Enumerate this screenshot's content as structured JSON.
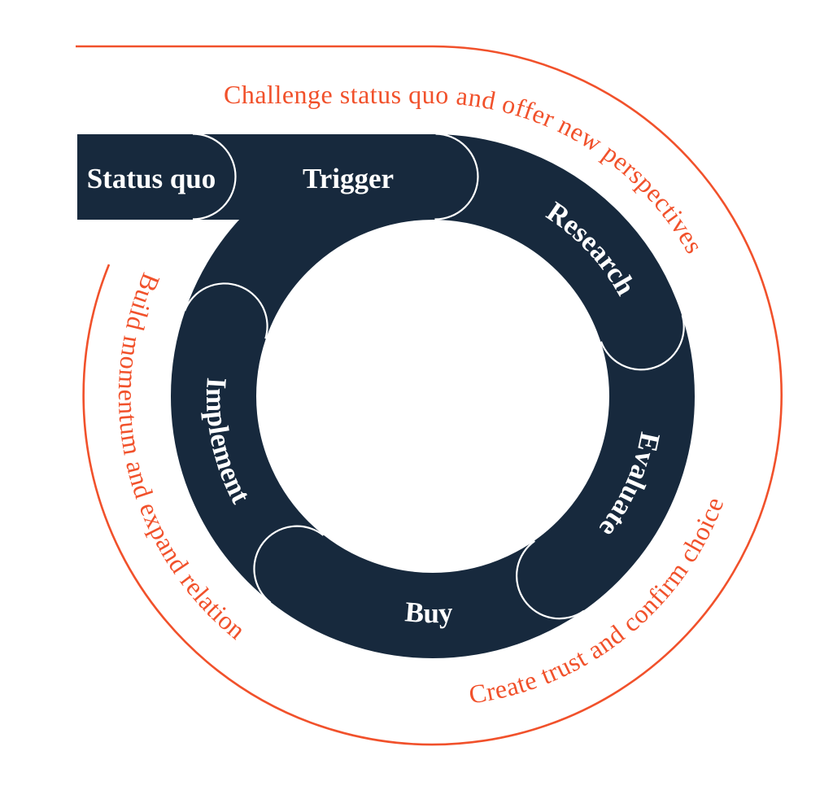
{
  "diagram": {
    "type": "customer-journey-loop",
    "colors": {
      "navy": "#17293D",
      "orange": "#F1512B",
      "divider": "#FFFFFF",
      "background": "#FFFFFF"
    },
    "stages": [
      {
        "id": "status-quo",
        "label": "Status quo"
      },
      {
        "id": "trigger",
        "label": "Trigger"
      },
      {
        "id": "research",
        "label": "Research"
      },
      {
        "id": "evaluate",
        "label": "Evaluate"
      },
      {
        "id": "buy",
        "label": "Buy"
      },
      {
        "id": "implement",
        "label": "Implement"
      }
    ],
    "annotations": {
      "top": "Challenge status quo and offer new perspectives",
      "bottom_right": "Create trust and confirm choice",
      "left": "Build momentum and expand relation"
    }
  }
}
